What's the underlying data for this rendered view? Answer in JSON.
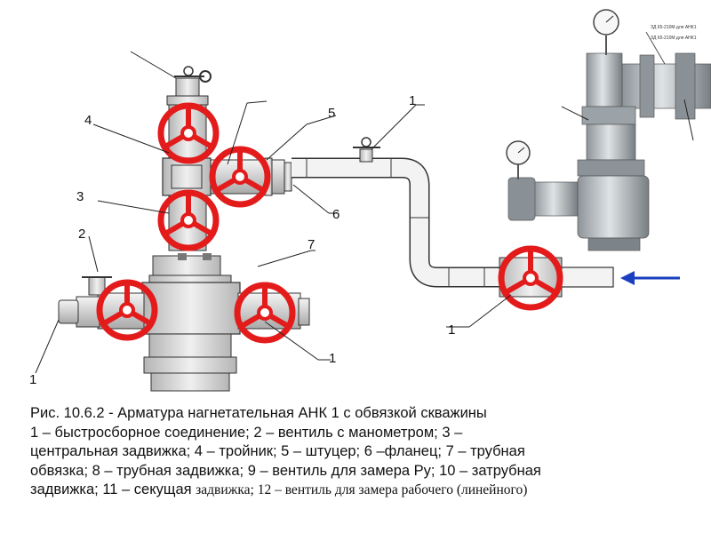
{
  "callouts": {
    "n1_top_right": "1",
    "n1_bottom_pipe": "1",
    "n1_right_valve": "1",
    "n1_bottom_left": "1",
    "n2": "2",
    "n3": "3",
    "n4": "4",
    "n5": "5",
    "n6": "6",
    "n7": "7"
  },
  "photo": {
    "label_line1": "ЗД 65-210М для АНК1",
    "label_line2": "ЗД 65-210М для АНК1"
  },
  "caption": {
    "line1": "Рис. 10.6.2 - Арматура нагнетательная АНК 1 с обвязкой скважины",
    "line2": "1 – быстросборное соединение;  2 – вентиль с  манометром; 3 –",
    "line3": "центральная задвижка; 4 – тройник; 5 – штуцер; 6 –фланец; 7 – трубная",
    "line4": "обвязка; 8 – трубная задвижка; 9 – вентиль для замера Ру; 10 – затрубная",
    "line5a": "задвижка; 11 – секущая ",
    "line5b": "задвижка; 12 – вентиль для замера рабочего (линейного)"
  },
  "colors": {
    "valve_red": "#e31b1b",
    "flow_arrow": "#1a3fbf",
    "line": "#333333",
    "metal_light": "#e8e8e8",
    "metal_dark": "#9a9a9a"
  }
}
